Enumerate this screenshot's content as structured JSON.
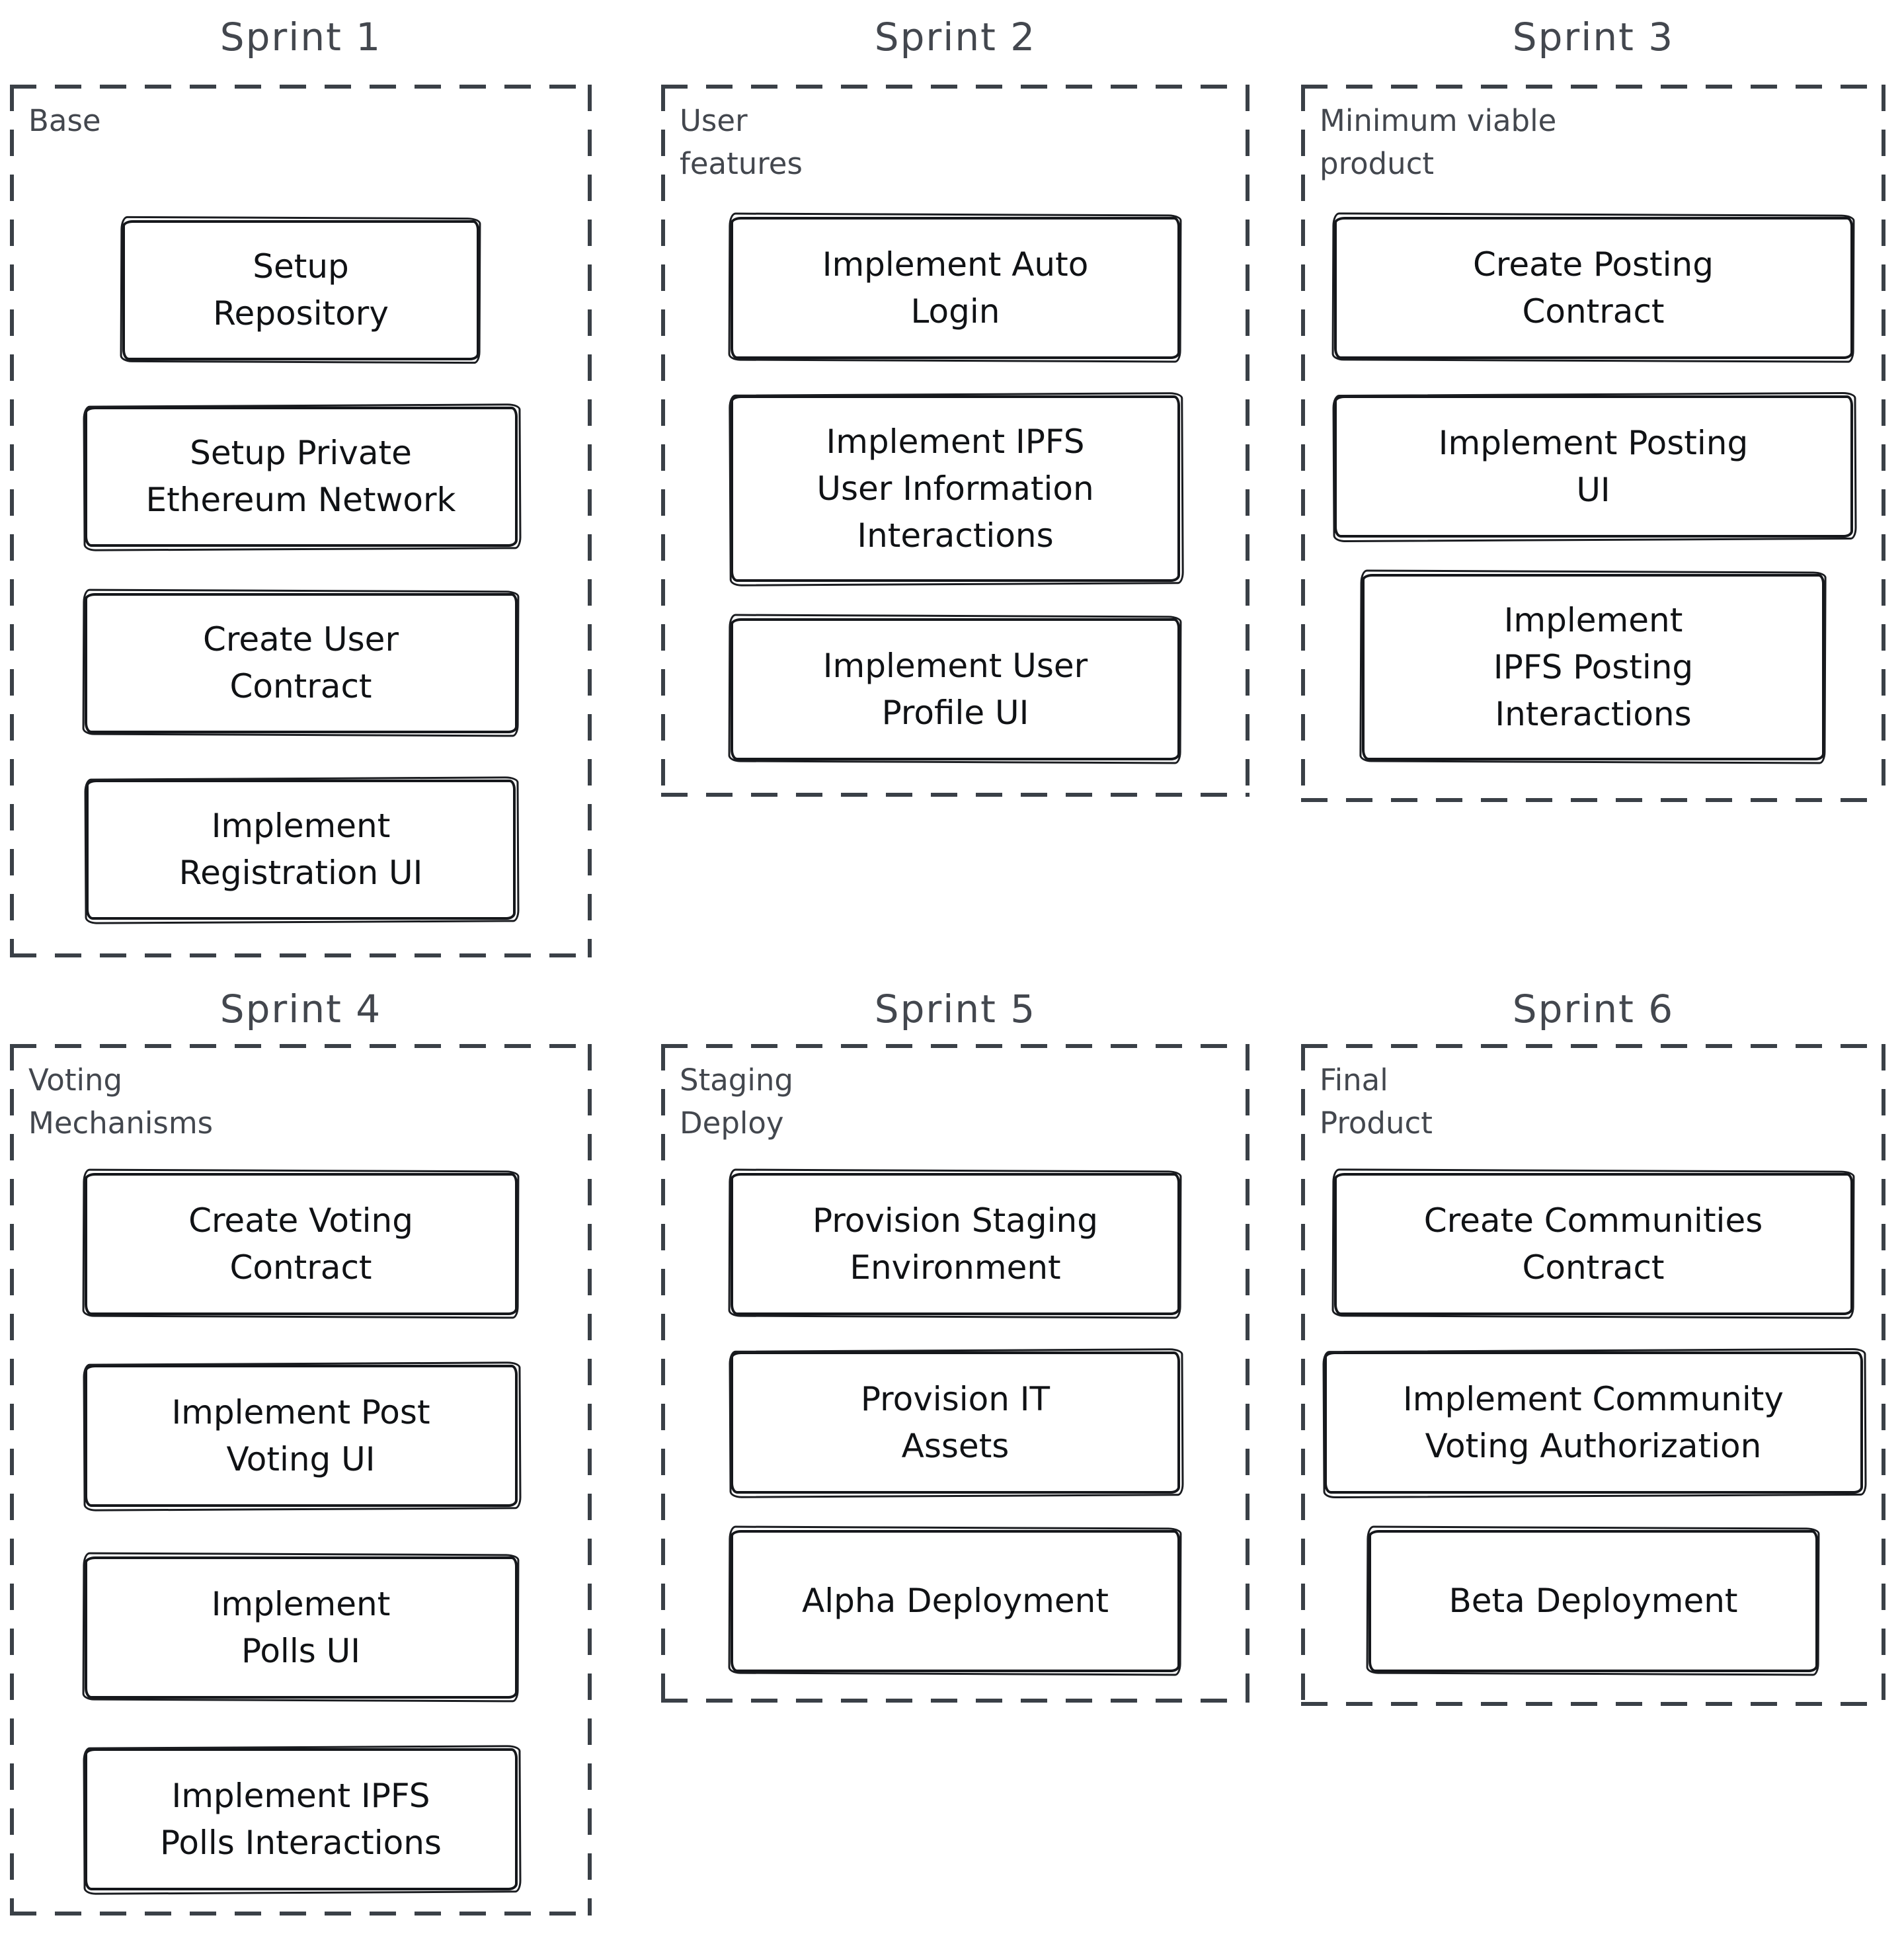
{
  "colors": {
    "background": "#ffffff",
    "box_stroke": "#15171b",
    "dashed_stroke": "#3a4047",
    "task_text": "#101215",
    "label_text": "#43474e"
  },
  "sprints": [
    {
      "title": "Sprint 1",
      "group": "Base",
      "tasks": [
        "Setup\nRepository",
        "Setup Private\nEthereum Network",
        "Create User\nContract",
        "Implement\nRegistration UI"
      ]
    },
    {
      "title": "Sprint 2",
      "group": "User\nfeatures",
      "tasks": [
        "Implement Auto\nLogin",
        "Implement IPFS\nUser Information\nInteractions",
        "Implement User\nProfile UI"
      ]
    },
    {
      "title": "Sprint 3",
      "group": "Minimum viable\nproduct",
      "tasks": [
        "Create Posting\nContract",
        "Implement Posting\nUI",
        "Implement\nIPFS Posting\nInteractions"
      ]
    },
    {
      "title": "Sprint 4",
      "group": "Voting\nMechanisms",
      "tasks": [
        "Create Voting\nContract",
        "Implement Post\nVoting UI",
        "Implement\nPolls UI",
        "Implement IPFS\nPolls Interactions"
      ]
    },
    {
      "title": "Sprint 5",
      "group": "Staging\nDeploy",
      "tasks": [
        "Provision Staging\nEnvironment",
        "Provision IT\nAssets",
        "Alpha Deployment"
      ]
    },
    {
      "title": "Sprint 6",
      "group": "Final\nProduct",
      "tasks": [
        "Create Communities\nContract",
        "Implement Community\nVoting Authorization",
        "Beta Deployment"
      ]
    }
  ]
}
